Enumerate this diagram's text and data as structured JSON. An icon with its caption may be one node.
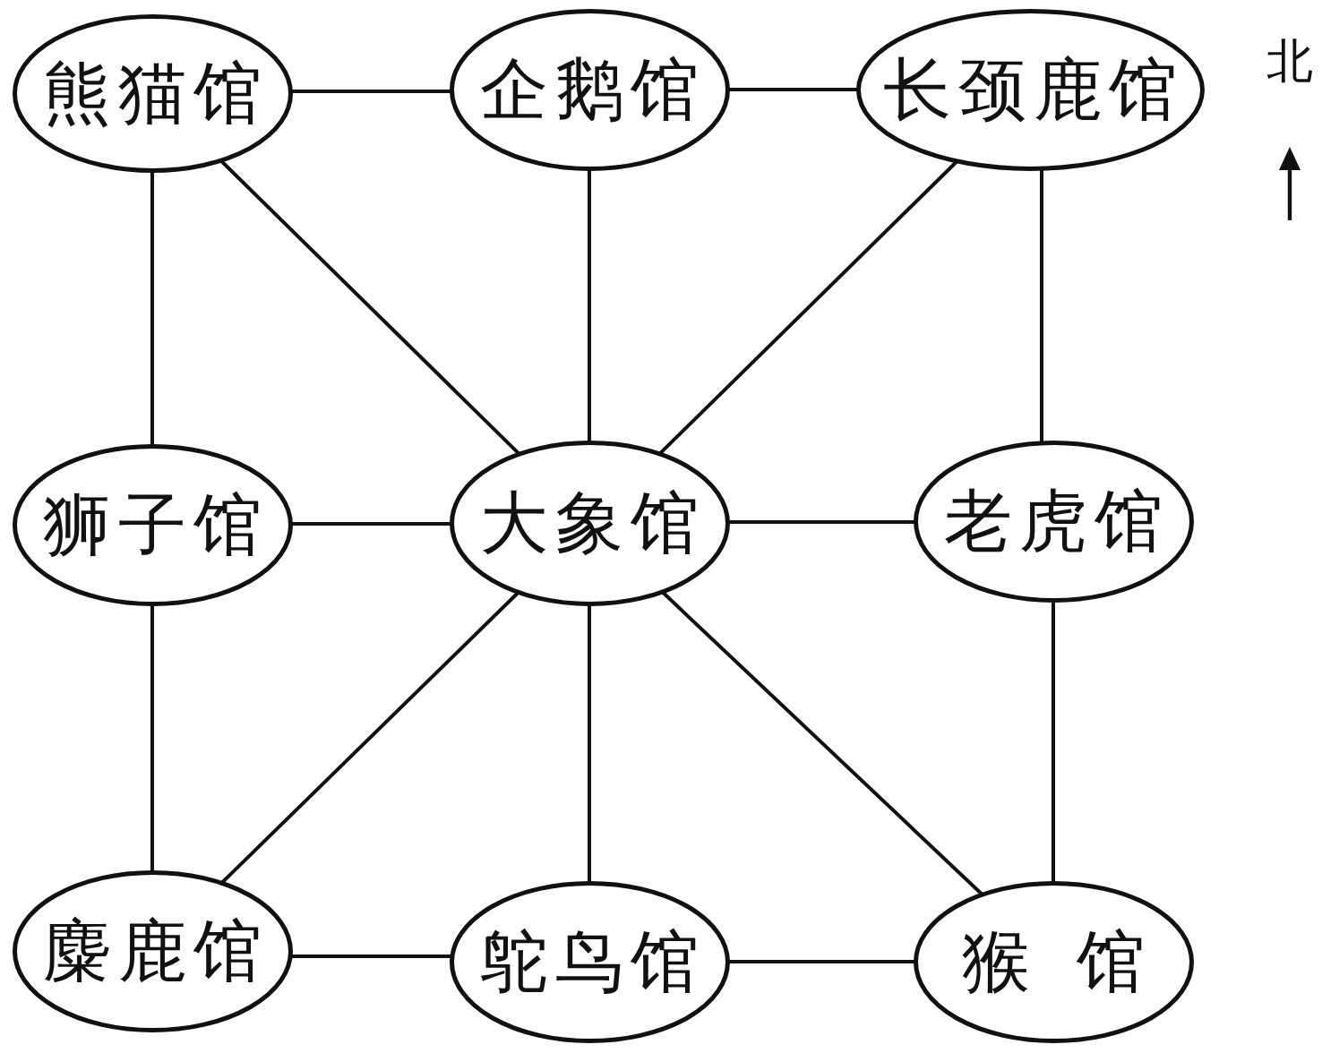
{
  "diagram": {
    "nodes": [
      {
        "text": [
          "熊猫馆"
        ]
      },
      {
        "text": [
          "企鹅馆"
        ]
      },
      {
        "text": [
          "长颈鹿馆"
        ]
      },
      {
        "text": [
          "狮子馆"
        ]
      },
      {
        "text": [
          "大象馆"
        ]
      },
      {
        "text": [
          "老虎馆"
        ]
      },
      {
        "text": [
          "麋鹿馆"
        ]
      },
      {
        "text": [
          "鸵鸟馆"
        ]
      },
      {
        "text": [
          "猴馆"
        ]
      }
    ],
    "edges": [
      {
        "from": 0,
        "to": 1,
        "arrow": "none"
      },
      {
        "from": 1,
        "to": 2,
        "arrow": "none"
      },
      {
        "from": 0,
        "to": 3,
        "arrow": "none"
      },
      {
        "from": 0,
        "to": 4,
        "arrow": "none"
      },
      {
        "from": 1,
        "to": 4,
        "arrow": "none"
      },
      {
        "from": 2,
        "to": 4,
        "arrow": "none"
      },
      {
        "from": 2,
        "to": 5,
        "arrow": "none"
      },
      {
        "from": 3,
        "to": 4,
        "arrow": "none"
      },
      {
        "from": 4,
        "to": 5,
        "arrow": "none"
      },
      {
        "from": 3,
        "to": 6,
        "arrow": "none"
      },
      {
        "from": 4,
        "to": 6,
        "arrow": "none"
      },
      {
        "from": 4,
        "to": 7,
        "arrow": "none"
      },
      {
        "from": 4,
        "to": 8,
        "arrow": "none"
      },
      {
        "from": 5,
        "to": 8,
        "arrow": "none"
      },
      {
        "from": 6,
        "to": 7,
        "arrow": "none"
      },
      {
        "from": 7,
        "to": 8,
        "arrow": "none"
      }
    ],
    "labels": [
      "北"
    ]
  }
}
